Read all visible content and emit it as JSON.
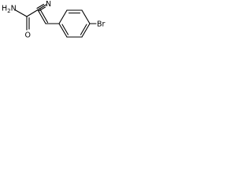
{
  "molecule": {
    "labels": {
      "amide": "H2N",
      "amide_main": "H",
      "amide_sub": "2",
      "amide_tail": "N",
      "carbonyl_oxygen": "O",
      "nitrile_nitrogen": "N",
      "bromine": "Br"
    },
    "colors": {
      "bond": "#000000",
      "text": "#000000",
      "background": "#ffffff"
    }
  }
}
